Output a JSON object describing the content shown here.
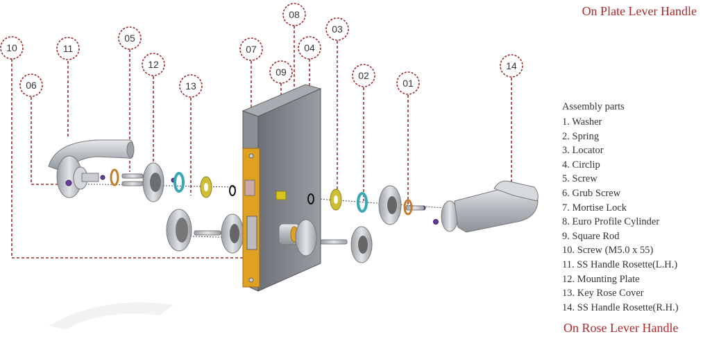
{
  "headings": {
    "top": "On Plate Lever Handle",
    "bottom": "On Rose Lever Handle"
  },
  "legend": {
    "title": "Assembly parts",
    "items": [
      "1. Washer",
      "2. Spring",
      "3. Locator",
      "4. Circlip",
      "5. Screw",
      "6. Grub Screw",
      "7. Mortise Lock",
      "8. Euro Profile Cylinder",
      "9. Square Rod",
      "10. Screw (M5.0 x 55)",
      "11. SS Handle Rosette(L.H.)",
      "12. Mounting Plate",
      "13. Key Rose Cover",
      "14. SS Handle Rosette(R.H.)"
    ]
  },
  "callouts": [
    "10",
    "11",
    "05",
    "06",
    "12",
    "13",
    "07",
    "08",
    "09",
    "04",
    "03",
    "02",
    "01",
    "14"
  ],
  "colors": {
    "callout": "#b0282a",
    "heading": "#b0282a",
    "metal": "#b9bdc2",
    "brass": "#e0a021",
    "locator": "#c9b82c",
    "spring": "#3aa7b5"
  }
}
